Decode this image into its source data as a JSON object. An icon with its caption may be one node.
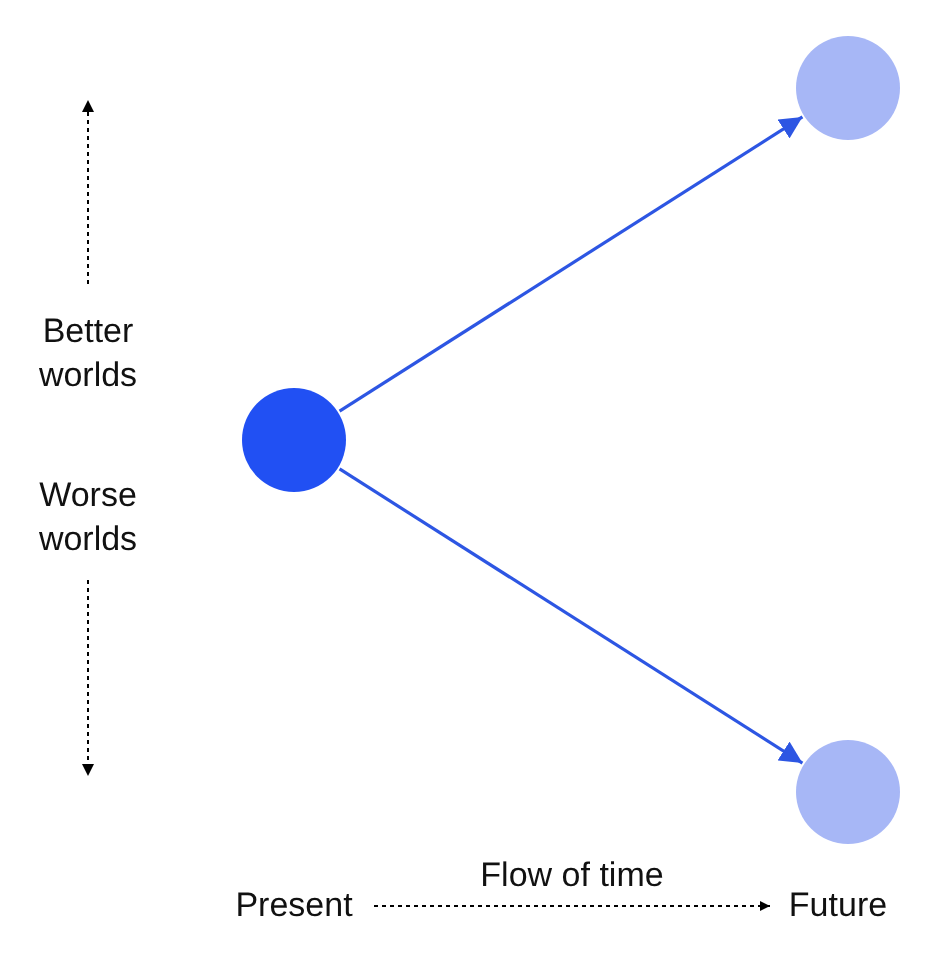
{
  "diagram": {
    "nodes": [
      {
        "text": [],
        "shape": "circle"
      },
      {
        "text": [],
        "shape": "circle"
      },
      {
        "text": [],
        "shape": "circle"
      },
      {
        "text": [
          "Present"
        ]
      },
      {
        "text": [
          "Future"
        ]
      }
    ],
    "edges": [
      {
        "from": 0,
        "to": 1,
        "arrow": "to"
      },
      {
        "from": 0,
        "to": 2,
        "arrow": "to"
      },
      {
        "from": 3,
        "to": 4,
        "arrow": "to",
        "label": "Flow of time",
        "style": "dashed",
        "color": "#000000"
      }
    ],
    "labels": [
      "Better worlds",
      "Worse worlds"
    ]
  }
}
